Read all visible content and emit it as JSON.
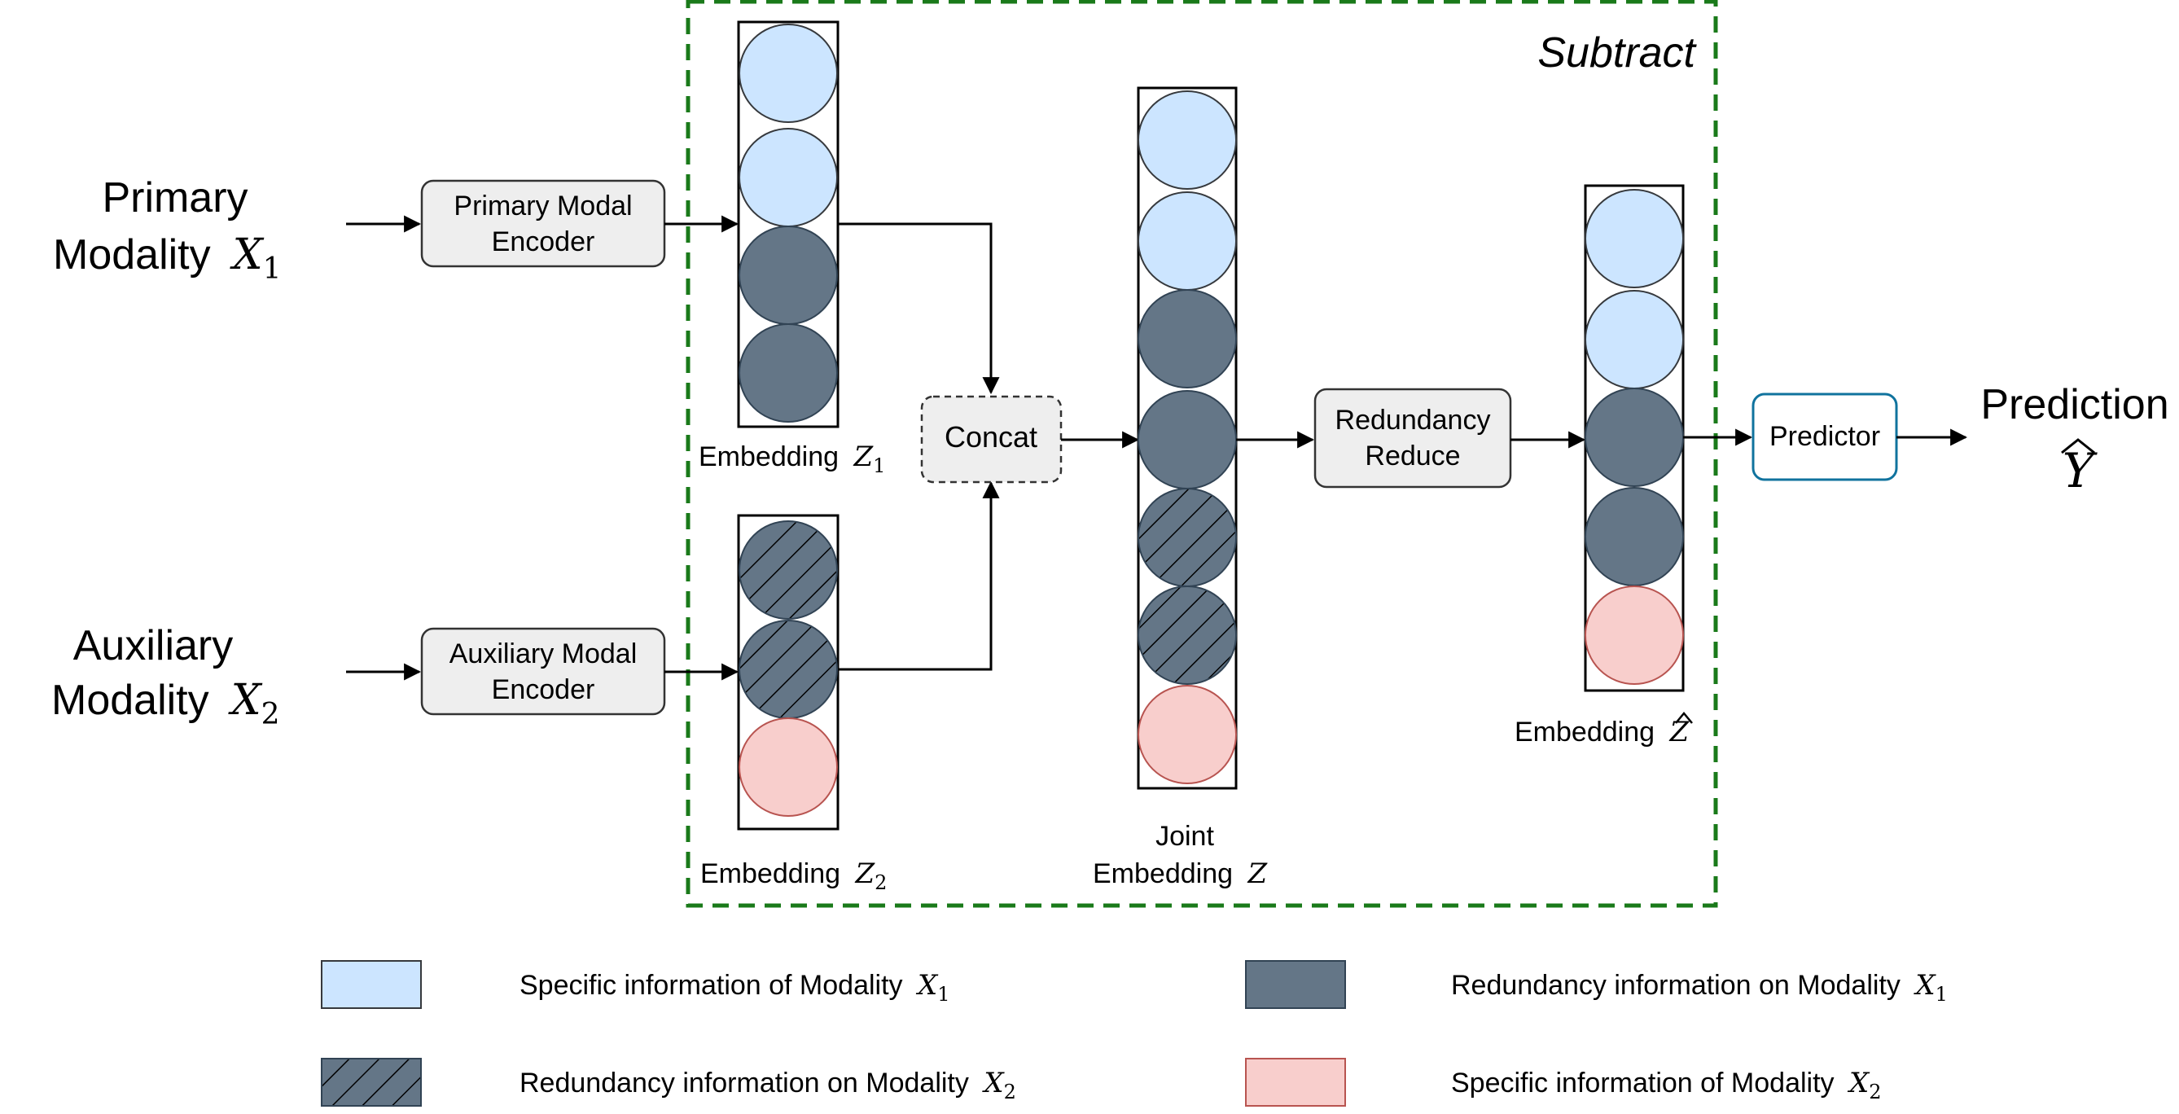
{
  "inputs": {
    "primary": {
      "line1": "Primary",
      "line2": "Modality",
      "var": "X",
      "sub": "1"
    },
    "auxiliary": {
      "line1": "Auxiliary",
      "line2": "Modality",
      "var": "X",
      "sub": "2"
    }
  },
  "encoders": {
    "primary": {
      "line1": "Primary Modal",
      "line2": "Encoder"
    },
    "auxiliary": {
      "line1": "Auxiliary Modal",
      "line2": "Encoder"
    }
  },
  "subtract_label": "Subtract",
  "concat_label": "Concat",
  "redundancy_reduce": {
    "line1": "Redundancy",
    "line2": "Reduce"
  },
  "predictor_label": "Predictor",
  "output": {
    "label": "Prediction",
    "var": "Y"
  },
  "embeddings": {
    "z1": {
      "prefix": "Embedding",
      "var": "Z",
      "sub": "1"
    },
    "z2": {
      "prefix": "Embedding",
      "var": "Z",
      "sub": "2"
    },
    "joint": {
      "line1": "Joint",
      "prefix": "Embedding",
      "var": "Z"
    },
    "zhat": {
      "prefix": "Embedding",
      "var": "Z"
    }
  },
  "legend": {
    "specific_x1": {
      "text": "Specific information of Modality",
      "var": "X",
      "sub": "1"
    },
    "redundancy_x1": {
      "text": "Redundancy information on Modality",
      "var": "X",
      "sub": "1"
    },
    "redundancy_x2": {
      "text": "Redundancy information on Modality",
      "var": "X",
      "sub": "2"
    },
    "specific_x2": {
      "text": "Specific information of Modality",
      "var": "X",
      "sub": "2"
    }
  },
  "colors": {
    "specific_x1": "#cce5ff",
    "redundancy": "#647687",
    "specific_x2": "#f8cecc",
    "specific_x2_stroke": "#b85450",
    "subtract_border": "#1a7a1a",
    "box_fill": "#eeeeee",
    "predictor_stroke": "#10739e"
  }
}
